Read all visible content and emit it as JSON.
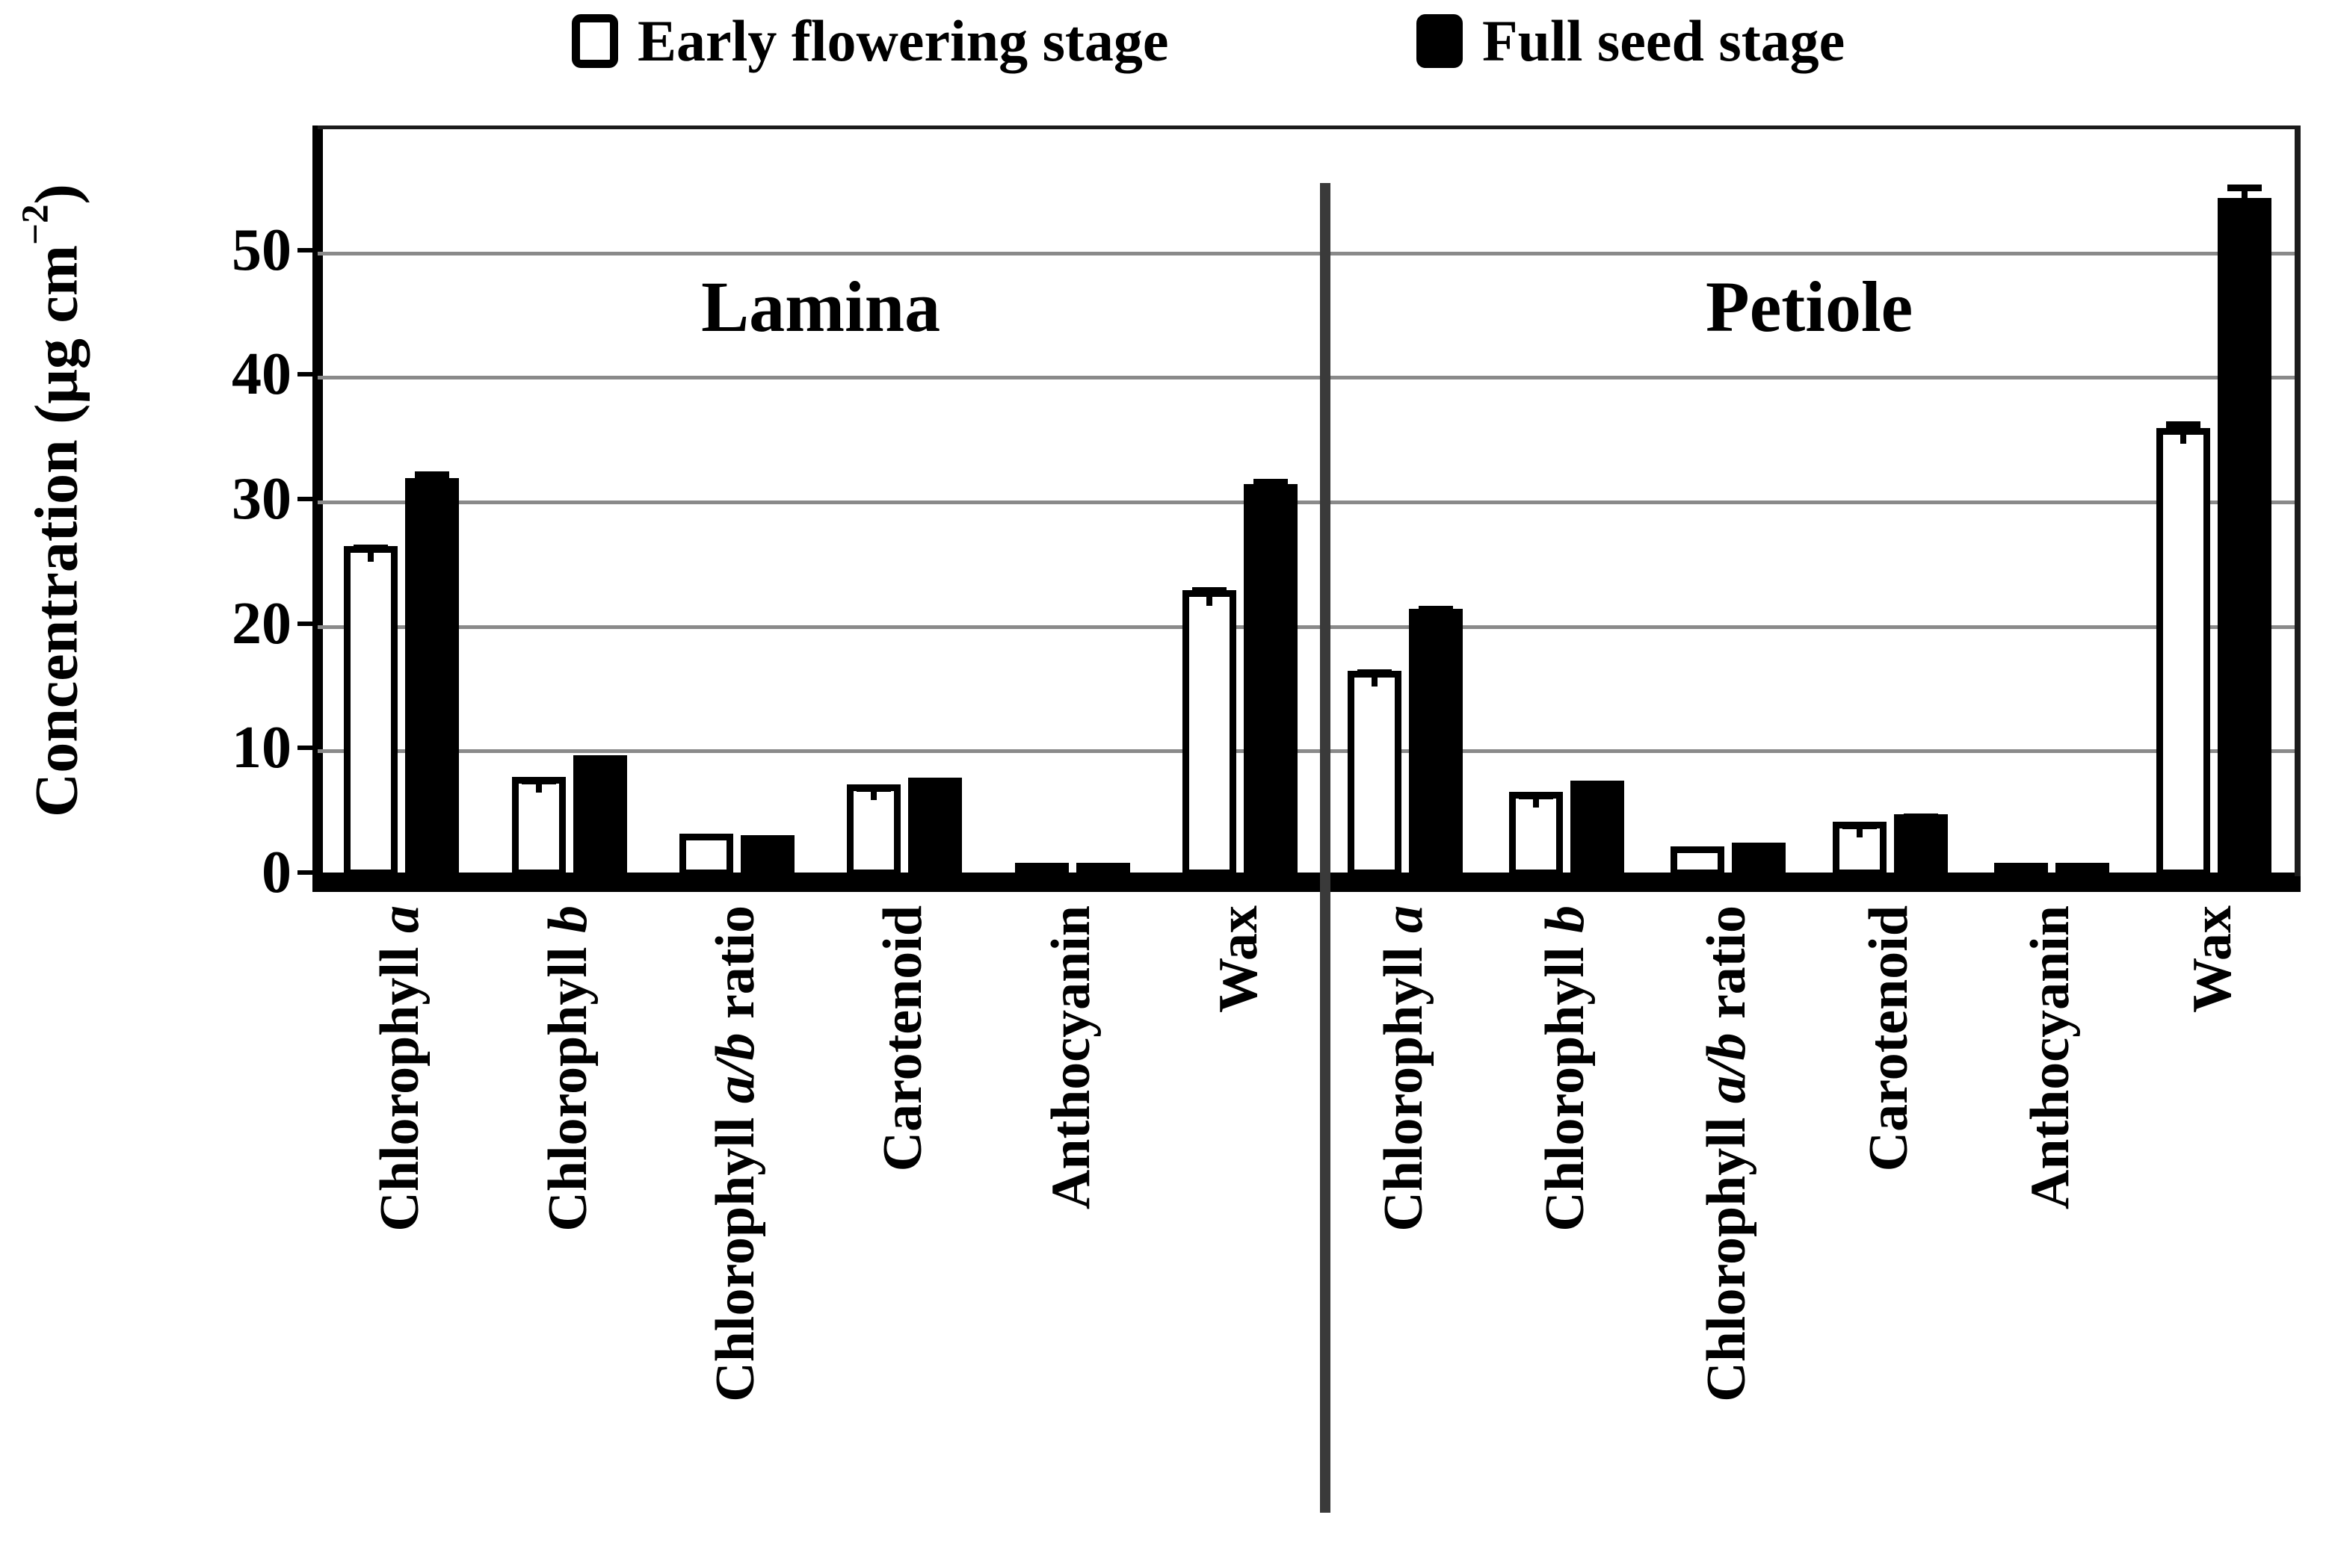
{
  "legend": {
    "items": [
      {
        "label": "Early flowering stage",
        "swatch": "white"
      },
      {
        "label": "Full seed stage",
        "swatch": "black"
      }
    ]
  },
  "y_axis": {
    "title_main": "Concentration  (μg cm",
    "title_sup": "−2",
    "title_close": ")",
    "ticks": [
      0,
      10,
      20,
      30,
      40,
      50
    ],
    "max": 60
  },
  "chart_data": {
    "type": "bar",
    "title": "",
    "xlabel": "",
    "ylabel": "Concentration (μg cm−2)",
    "ylim": [
      0,
      60
    ],
    "yticks": [
      0,
      10,
      20,
      30,
      40,
      50
    ],
    "gridline_step": 10,
    "grid": true,
    "legend_position": "top",
    "bar_colors": {
      "Early flowering stage": "#ffffff",
      "Full seed stage": "#000000"
    },
    "series_names": [
      "Early flowering stage",
      "Full seed stage"
    ],
    "categories": [
      "Chlorophyll a",
      "Chlorophyll b",
      "Chlorophyll a/b ratio",
      "Carotenoid",
      "Anthocyanin",
      "Wax"
    ],
    "category_segments": [
      [
        {
          "t": "Chlorophyll ",
          "i": false
        },
        {
          "t": "a",
          "i": true
        }
      ],
      [
        {
          "t": "Chlorophyll ",
          "i": false
        },
        {
          "t": "b",
          "i": true
        }
      ],
      [
        {
          "t": "Chlorophyll ",
          "i": false
        },
        {
          "t": "a/b",
          "i": true
        },
        {
          "t": " ratio",
          "i": false
        }
      ],
      [
        {
          "t": "Carotenoid",
          "i": false
        }
      ],
      [
        {
          "t": "Anthocyanin",
          "i": false
        }
      ],
      [
        {
          "t": "Wax",
          "i": false
        }
      ]
    ],
    "groups": [
      {
        "name": "Lamina",
        "series": [
          {
            "name": "Early flowering stage",
            "values": [
              26.5,
              8.0,
              3.4,
              7.4,
              1.0,
              23.0
            ],
            "errors": [
              0.5,
              0.3,
              0.2,
              0.3,
              0.2,
              0.6
            ]
          },
          {
            "name": "Full seed stage",
            "values": [
              32.0,
              9.7,
              3.3,
              7.9,
              0.8,
              31.5
            ],
            "errors": [
              0.9,
              0.3,
              0.2,
              0.3,
              0.2,
              0.8
            ]
          }
        ]
      },
      {
        "name": "Petiole",
        "series": [
          {
            "name": "Early flowering stage",
            "values": [
              16.5,
              6.8,
              2.4,
              4.4,
              1.0,
              36.0
            ],
            "errors": [
              0.5,
              0.3,
              0.2,
              0.3,
              0.2,
              0.9
            ]
          },
          {
            "name": "Full seed stage",
            "values": [
              21.5,
              7.7,
              2.7,
              5.0,
              0.9,
              54.5
            ],
            "errors": [
              0.6,
              0.3,
              0.2,
              0.4,
              0.2,
              1.4
            ]
          }
        ]
      }
    ]
  }
}
